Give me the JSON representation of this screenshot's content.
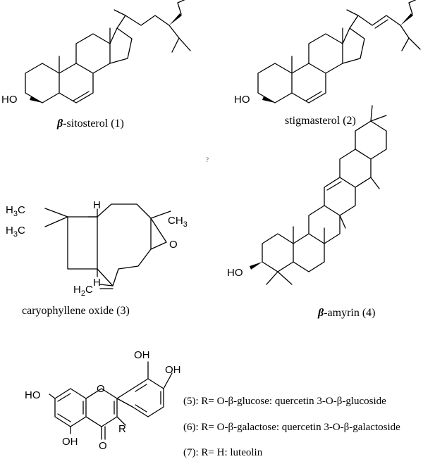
{
  "captions": {
    "c1_prefix": "β",
    "c1_rest": "-sitosterol (1)",
    "c2": "stigmasterol (2)",
    "c3": "caryophyllene oxide (3)",
    "c4_prefix": "β",
    "c4_rest": "-amyrin (4)"
  },
  "stray_mark": "?",
  "atom_labels": {
    "ho": "HO",
    "oh": "OH",
    "o": "O",
    "h": "H",
    "r": "R",
    "c": "C",
    "h3": "H",
    "three": "3",
    "two": "2"
  },
  "quercetin": {
    "line5": "(5): R= O-β-glucose: quercetin 3-O-β-glucoside",
    "line6": "(6): R= O-β-galactose: quercetin 3-O-β-galactoside",
    "line7": "(7): R= H: luteolin"
  }
}
